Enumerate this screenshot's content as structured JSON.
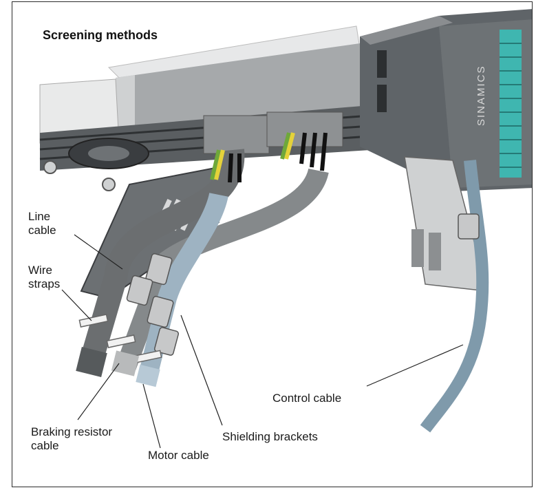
{
  "title": "Screening methods",
  "labels": {
    "line_cable": [
      "Line",
      "cable"
    ],
    "wire_straps": [
      "Wire",
      "straps"
    ],
    "control_cable": "Control cable",
    "shielding_brackets": "Shielding brackets",
    "braking_resistor_cable": [
      "Braking resistor",
      "cable"
    ],
    "motor_cable": "Motor cable"
  },
  "brand_text": "SINAMICS",
  "colors": {
    "housing_dark": "#5f6468",
    "housing_mid": "#8a8d90",
    "housing_light": "#b7b9bb",
    "cable_grey": "#7d7f81",
    "cable_blue": "#9eb3c2",
    "teal_led": "#3fb6b0",
    "earth_green": "#6fa83a",
    "earth_yellow": "#e5d23a"
  }
}
